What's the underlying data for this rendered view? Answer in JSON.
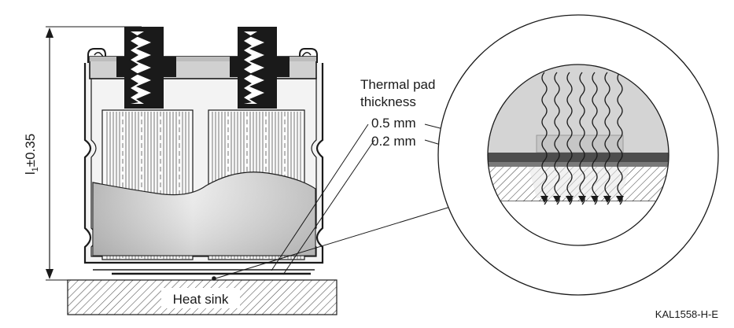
{
  "dimension_label": "l",
  "dimension_subscript": "1",
  "dimension_tolerance": "±0.35",
  "pad_title_line1": "Thermal pad",
  "pad_title_line2": "thickness",
  "thickness_1": "0.5 mm",
  "thickness_2": "0.2 mm",
  "heat_sink_label": "Heat sink",
  "figure_code": "KAL1558-H-E",
  "colors": {
    "outline": "#1a1a1a",
    "terminal": "#1a1a1a",
    "bar": "#d0d0d0",
    "can_fill": "#f2f2f2",
    "liquid_light": "#e0e0e0",
    "liquid_dark": "#b4b4b4",
    "pad_light": "#cdcdcd",
    "pad_dark": "#4d4d4d"
  }
}
